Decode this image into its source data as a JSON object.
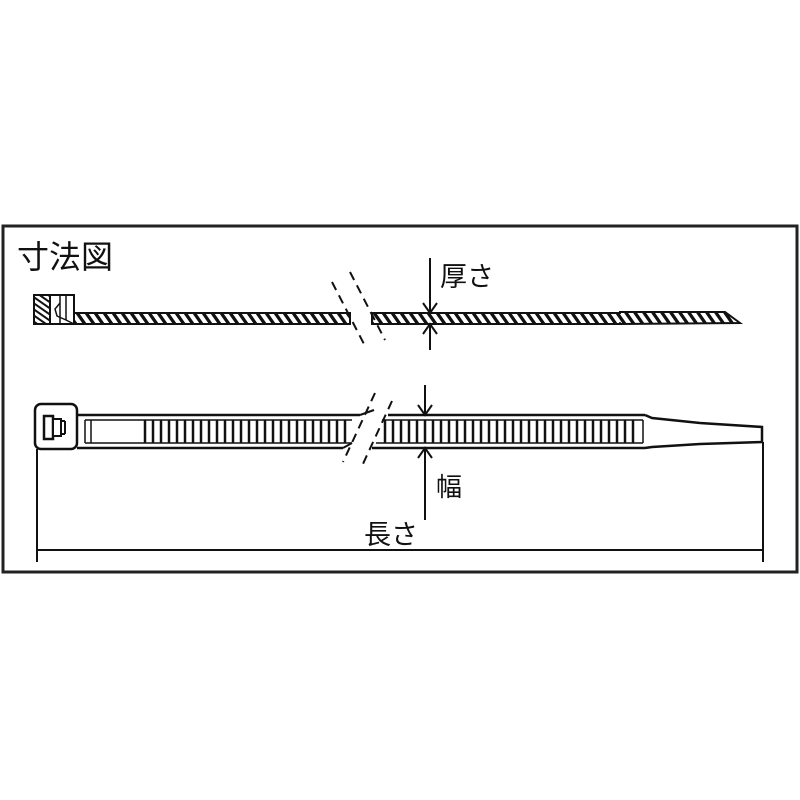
{
  "diagram": {
    "title": "寸法図",
    "subject": "cable tie",
    "views": [
      {
        "name": "side-view",
        "dimension_label": "厚さ",
        "dimension_meaning": "thickness"
      },
      {
        "name": "top-view",
        "dimension_label": "幅",
        "dimension_meaning": "width"
      }
    ],
    "overall_dimension": {
      "label": "長さ",
      "meaning": "length"
    },
    "colors": {
      "line": "#111111",
      "background": "#ffffff",
      "frame": "#222222"
    }
  }
}
